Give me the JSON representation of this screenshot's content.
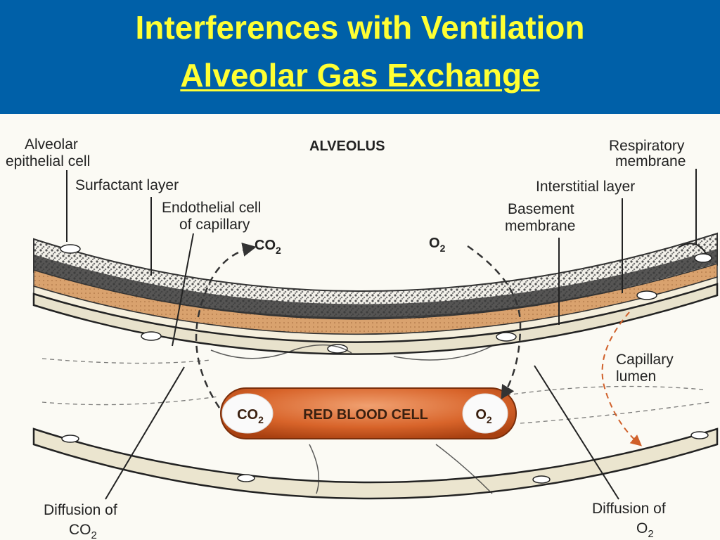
{
  "slide": {
    "title_line1": "Interferences with Ventilation",
    "title_line2": "Alveolar Gas Exchange"
  },
  "colors": {
    "background": "#0060a8",
    "title_text": "#ffff33",
    "rbc_fill": "#d8642a",
    "interstitial_fill": "#d9a26e"
  },
  "diagram": {
    "alveolus_label": "ALVEOLUS",
    "labels": {
      "alveolar_epithelial_cell": [
        "Alveolar",
        "epithelial cell"
      ],
      "surfactant_layer": "Surfactant layer",
      "endothelial_cell": [
        "Endothelial cell",
        "of capillary"
      ],
      "respiratory_membrane": [
        "Respiratory",
        "membrane"
      ],
      "interstitial_layer": "Interstitial layer",
      "basement_membrane": [
        "Basement",
        "membrane"
      ],
      "capillary_lumen": [
        "Capillary",
        "lumen"
      ],
      "diffusion_co2": [
        "Diffusion of",
        "CO",
        "2"
      ],
      "diffusion_o2": [
        "Diffusion of",
        "O",
        "2"
      ]
    },
    "gas_co2": [
      "CO",
      "2"
    ],
    "gas_o2": [
      "O",
      "2"
    ],
    "red_blood_cell": {
      "label": "RED BLOOD CELL",
      "left_gas": [
        "CO",
        "2"
      ],
      "right_gas": [
        "O",
        "2"
      ]
    }
  }
}
